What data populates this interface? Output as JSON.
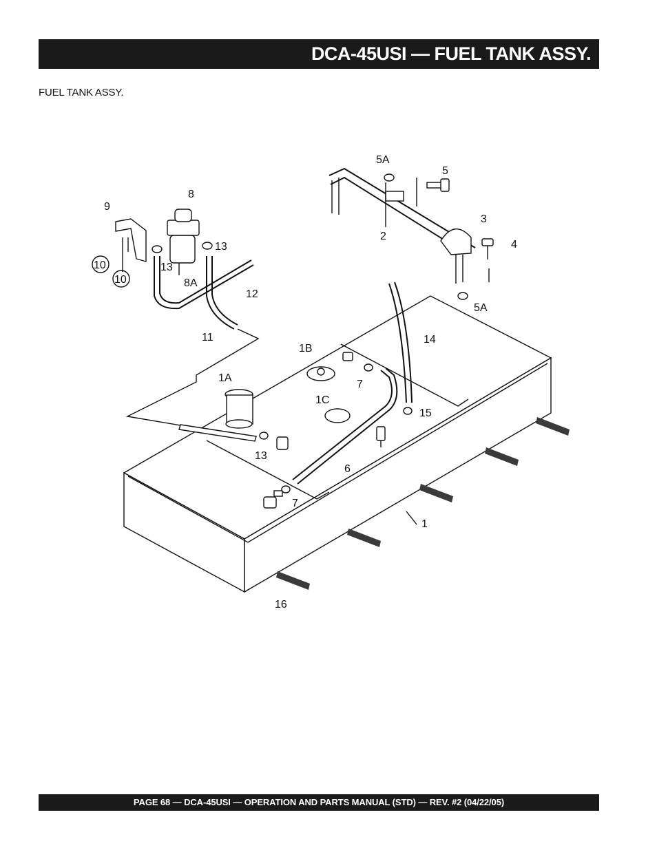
{
  "header": {
    "title": "DCA-45USI — FUEL TANK ASSY."
  },
  "section": {
    "title": "FUEL TANK ASSY."
  },
  "diagram": {
    "callouts": {
      "c1": "1",
      "c1A": "1A",
      "c1B": "1B",
      "c1C": "1C",
      "c2": "2",
      "c3": "3",
      "c4": "4",
      "c5": "5",
      "c5A_top": "5A",
      "c5A_bottom": "5A",
      "c6": "6",
      "c7_a": "7",
      "c7_b": "7",
      "c8": "8",
      "c8A": "8A",
      "c9": "9",
      "c10_a": "10",
      "c10_b": "10",
      "c11": "11",
      "c12": "12",
      "c13_a": "13",
      "c13_b": "13",
      "c13_c": "13",
      "c14": "14",
      "c15": "15",
      "c16": "16"
    }
  },
  "footer": {
    "text": "PAGE 68 — DCA-45USI —  OPERATION AND PARTS  MANUAL  (STD) — REV. #2  (04/22/05)"
  }
}
